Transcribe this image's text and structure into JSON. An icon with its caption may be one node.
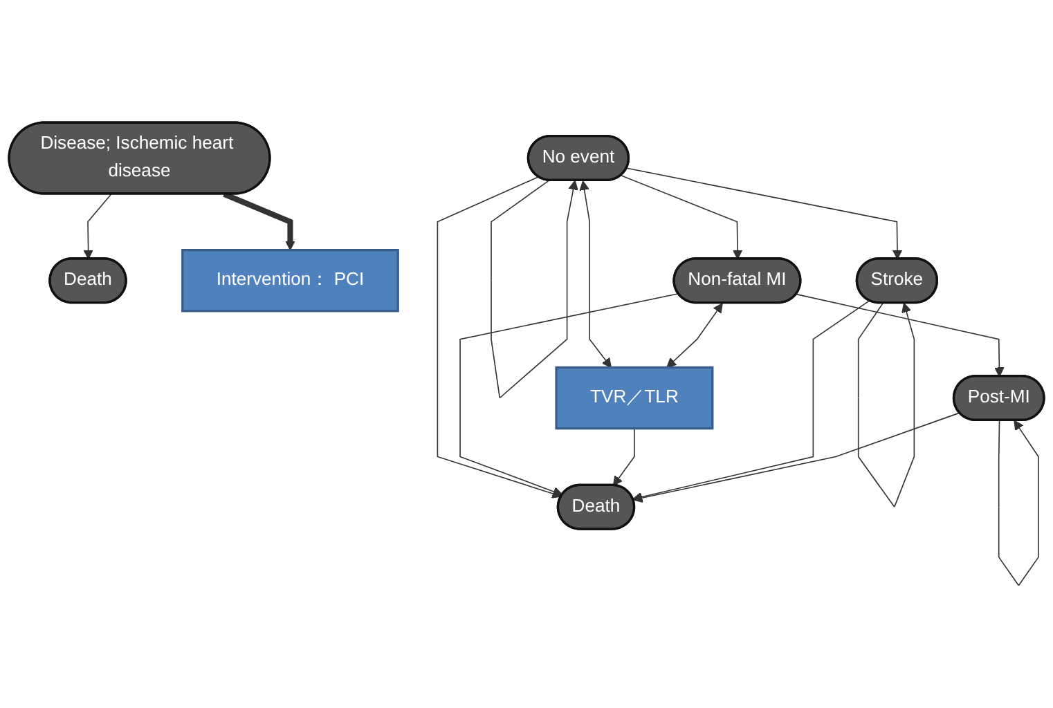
{
  "diagram": {
    "nodes": [
      {
        "text": [
          "Death"
        ]
      },
      {
        "text": [
          "Disease; Ischemic heart disease"
        ]
      },
      {
        "text": [
          "Intervention： PCI"
        ]
      },
      {
        "text": [
          "No event"
        ]
      },
      {
        "text": [
          "Non-fatal MI"
        ]
      },
      {
        "text": [
          "TVR／TLR"
        ]
      },
      {
        "text": [
          "Stroke"
        ]
      },
      {
        "text": [
          "Post-MI"
        ]
      },
      {
        "text": [
          "Death"
        ]
      }
    ],
    "edges": [
      {
        "from": 1,
        "to": 0,
        "arrow": "to"
      },
      {
        "from": 1,
        "to": 2,
        "arrow": "to",
        "style": "thick"
      },
      {
        "from": 3,
        "to": 3,
        "arrow": "to"
      },
      {
        "from": 3,
        "to": 4,
        "arrow": "to"
      },
      {
        "from": 3,
        "to": 5,
        "arrow": "both"
      },
      {
        "from": 3,
        "to": 6,
        "arrow": "to"
      },
      {
        "from": 3,
        "to": 8,
        "arrow": "to"
      },
      {
        "from": 6,
        "to": 6,
        "arrow": "to"
      },
      {
        "from": 4,
        "to": 5,
        "arrow": "both"
      },
      {
        "from": 4,
        "to": 7,
        "arrow": "to"
      },
      {
        "from": 4,
        "to": 8,
        "arrow": "to"
      },
      {
        "from": 5,
        "to": 8,
        "arrow": "to"
      },
      {
        "from": 6,
        "to": 8,
        "arrow": "to"
      },
      {
        "from": 7,
        "to": 7,
        "arrow": "to"
      },
      {
        "from": 7,
        "to": 8,
        "arrow": "to"
      }
    ]
  }
}
